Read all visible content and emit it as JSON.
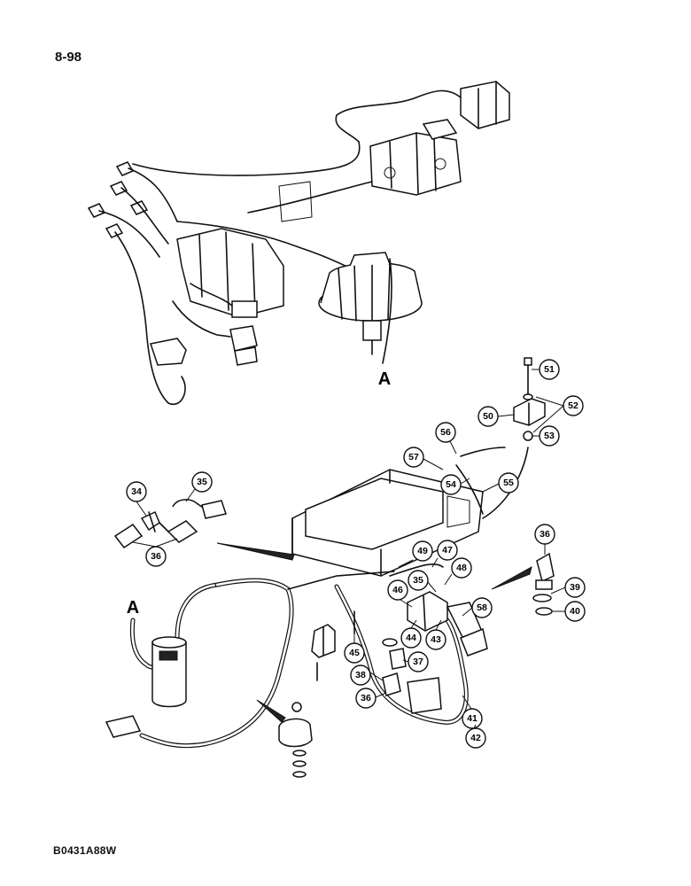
{
  "page": {
    "number": "8-98",
    "figure_code": "B0431A88W"
  },
  "section_labels": [
    "A",
    "A"
  ],
  "callouts": [
    "34",
    "35",
    "36",
    "51",
    "52",
    "50",
    "53",
    "56",
    "57",
    "54",
    "55",
    "36",
    "39",
    "40",
    "49",
    "47",
    "48",
    "35",
    "46",
    "58",
    "44",
    "43",
    "45",
    "37",
    "38",
    "36",
    "41",
    "42"
  ]
}
